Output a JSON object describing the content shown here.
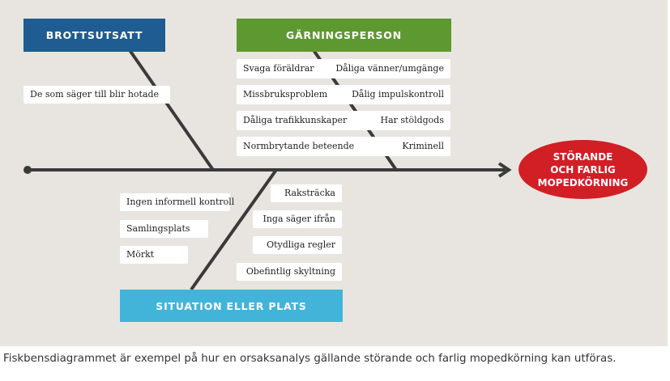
{
  "categories": {
    "victim": "BROTTSUTSATT",
    "perpetrator": "GÄRNINGSPERSON",
    "situation": "SITUATION ELLER PLATS"
  },
  "victim_causes": [
    "De som säger till blir hotade"
  ],
  "perpetrator_causes": [
    {
      "left": "Svaga föräldrar",
      "right": "Dåliga vänner/umgänge"
    },
    {
      "left": "Missbruksproblem",
      "right": "Dålig impulskontroll"
    },
    {
      "left": "Dåliga trafikkunskaper",
      "right": "Har stöldgods"
    },
    {
      "left": "Normbrytande beteende",
      "right": "Kriminell"
    }
  ],
  "situation_causes_left": [
    "Ingen informell kontroll",
    "Samlingsplats",
    "Mörkt"
  ],
  "situation_causes_right": [
    "Raksträcka",
    "Inga säger ifrån",
    "Otydliga regler",
    "Obefintlig skyltning"
  ],
  "effect": {
    "line1": "STÖRANDE",
    "line2": "OCH FARLIG",
    "line3": "MOPEDKÖRNING"
  },
  "caption": "Fiskbensdiagrammet är exempel på hur en orsaksanalys gällande störande och farlig mopedkörning kan utföras.",
  "colors": {
    "victim": "#1e5c91",
    "perpetrator": "#5d9830",
    "situation": "#43b4d9",
    "effect": "#d21e25",
    "bone": "#3a3a3a",
    "background": "#e8e5e0"
  }
}
